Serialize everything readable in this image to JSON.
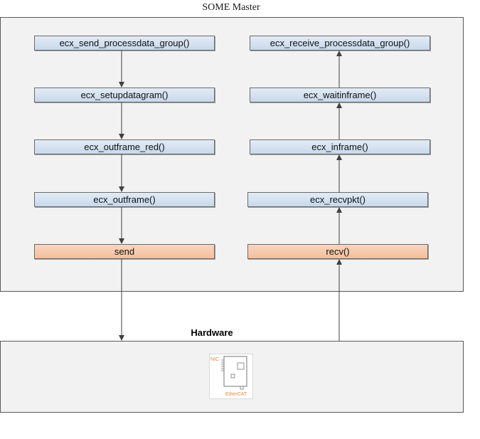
{
  "master": {
    "title": "SOME Master"
  },
  "send_path": [
    "ecx_send_processdata_group()",
    "ecx_setupdatagram()",
    "ecx_outframe_red()",
    "ecx_outframe()",
    "send"
  ],
  "receive_path": [
    "ecx_receive_processdata_group()",
    "ecx_waitinframe()",
    "ecx_inframe()",
    "ecx_recvpkt()",
    "recv()"
  ],
  "hardware": {
    "title": "Hardware",
    "nic_label": "NIC",
    "bus_label": "EtherCAT"
  },
  "colors": {
    "function_box": "#c8d9eb",
    "io_box": "#f4bf9c",
    "group_fill": "#f2f2f2",
    "arrow": "#404040"
  }
}
